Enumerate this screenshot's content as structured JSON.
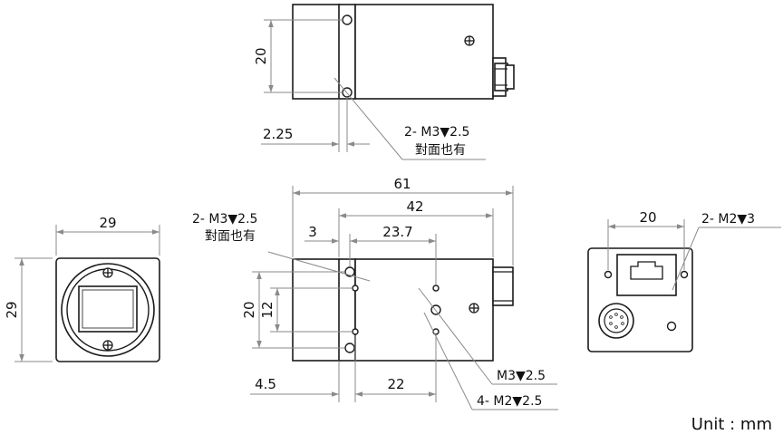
{
  "colors": {
    "ink": "#1a1a1a",
    "dim": "#8a8a8a",
    "fill": "#ffffff"
  },
  "top_view": {
    "dim_height": "20",
    "dim_offset": "2.25",
    "hole_note": "2- M3▼2.5",
    "hole_note_sub": "對面也有"
  },
  "front_view": {
    "dim_width": "29",
    "dim_height": "29"
  },
  "side_view": {
    "dim_total": "61",
    "dim_42": "42",
    "dim_3": "3",
    "dim_23_7": "23.7",
    "dim_20": "20",
    "dim_12": "12",
    "dim_4_5": "4.5",
    "dim_22": "22",
    "hole_note": "2- M3▼2.5",
    "hole_note_sub": "對面也有",
    "note_m3": "M3▼2.5",
    "note_m2": "4- M2▼2.5"
  },
  "rear_view": {
    "dim_20": "20",
    "hole_note": "2- M2▼3"
  },
  "unit_label": "Unit : mm"
}
